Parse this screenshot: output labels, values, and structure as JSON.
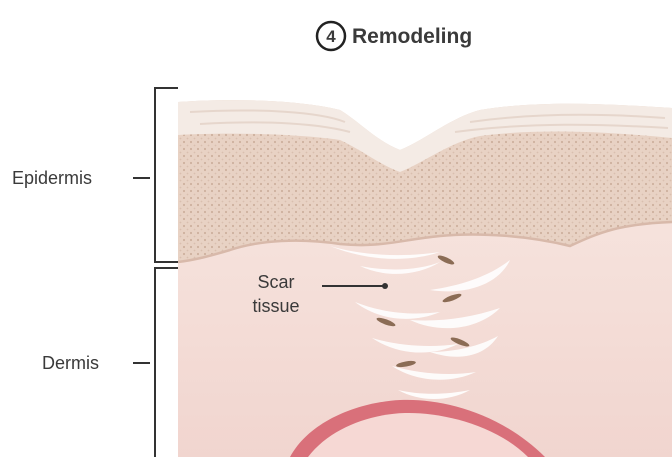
{
  "step": {
    "number": "4",
    "title": "Remodeling"
  },
  "labels": {
    "epidermis": "Epidermis",
    "dermis": "Dermis",
    "scar_line1": "Scar",
    "scar_line2": "tissue"
  },
  "colors": {
    "skin_top": "#f3e9e3",
    "epidermis": "#ead4c6",
    "dermis": "#f4dcd6",
    "vessel": "#d96a73",
    "fibroblast": "#8b6c55",
    "fiber": "#ffffff"
  }
}
